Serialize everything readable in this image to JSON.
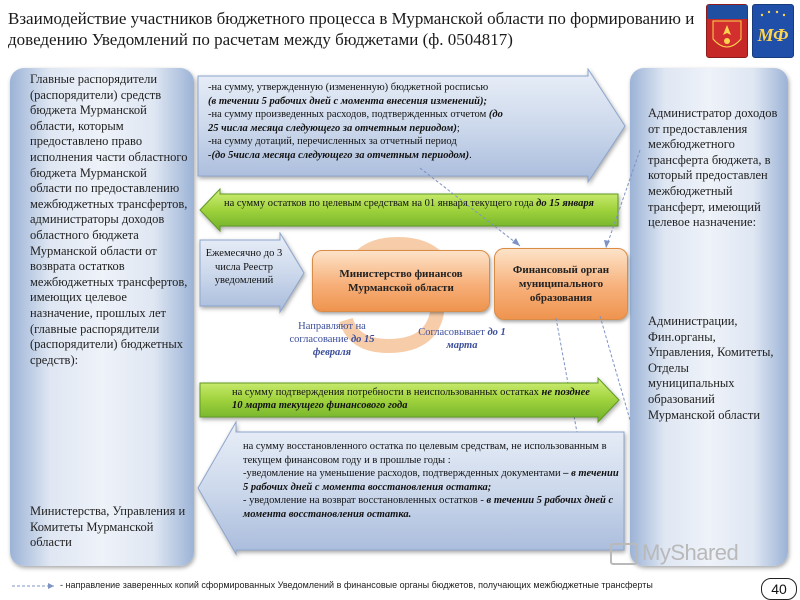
{
  "title": "Взаимодействие участников бюджетного процесса в Мурманской области по формированию и доведению Уведомлений по расчетам между бюджетами (ф. 0504817)",
  "logos": {
    "left_icon": "coat-of-arms-icon",
    "right_icon": "ministry-md-logo-icon",
    "right_text": "МФ"
  },
  "left_panel": {
    "text": "Главные распорядители (распорядители) средств бюджета Мурманской области, которым предоставлено право исполнения части областного бюджета Мурманской области по предоставлению межбюджетных трансфертов, администраторы доходов областного бюджета Мурманской области от возврата остатков межбюджетных трансфертов, имеющих целевое назначение, прошлых лет (главные распорядители (распорядители) бюджетных средств):",
    "text2": "Министерства, Управления и Комитеты Мурманской области"
  },
  "right_panel": {
    "text": "Администратор доходов от предоставления межбюджетного трансферта бюджета, в который предоставлен межбюджетный трансферт, имеющий целевое назначение:",
    "text2": "Администрации, Фин.органы, Управления, Комитеты, Отделы муниципальных образований Мурманской области"
  },
  "arrow_top": {
    "l1": "-на сумму, утвержденную (измененную) бюджетной росписью",
    "l2": "(в течении 5 рабочих дней с момента внесения изменений);",
    "l3a": "-на сумму произведенных расходов, подтвержденных отчетом ",
    "l3b": "(до",
    "l4a": "25 числа месяца следующего за отчетным периодом)",
    "l4b": ";",
    "l5": "-на сумму дотаций, перечисленных за отчетный период",
    "l6a": "-(до 5числа месяца следующего за отчетным периодом)",
    "l6b": "."
  },
  "arrow_green1": {
    "a": "на сумму остатков по целевым средствам на 01 января текущего года ",
    "b": "до 15 января"
  },
  "arrow_monthly": "Ежемесячно до 3 числа Реестр уведомлений",
  "box_ministry": "Министерство финансов Мурманской области",
  "box_fin_organ": "Финансовый орган муниципального образования",
  "note_send": {
    "a": "Направляют на согласование ",
    "b": "до 15 февраля"
  },
  "note_agree": {
    "a": "Согласовывает ",
    "b": "до 1 марта"
  },
  "arrow_green2": {
    "a": "на сумму подтверждения потребности в неиспользованных остатках ",
    "b": "не позднее 10 марта текущего финансового года"
  },
  "arrow_bottom": {
    "l1": "на сумму восстановленного остатка по целевым средствам, не использованным в текущем финансовом году и в прошлые годы :",
    "l2": "-уведомление на уменьшение расходов, подтвержденных документами ",
    "l2b": "– в течении 5 рабочих дней с момента восстановления остатка;",
    "l3": "- уведомление на возврат восстановленных остатков - ",
    "l3b": "в течении 5 рабочих дней с момента восстановления остатка."
  },
  "footer": "- направление заверенных копий сформированных Уведомлений в финансовые органы бюджетов, получающих межбюджетные трансферты",
  "page_number": "40",
  "watermark": "MyShared"
}
